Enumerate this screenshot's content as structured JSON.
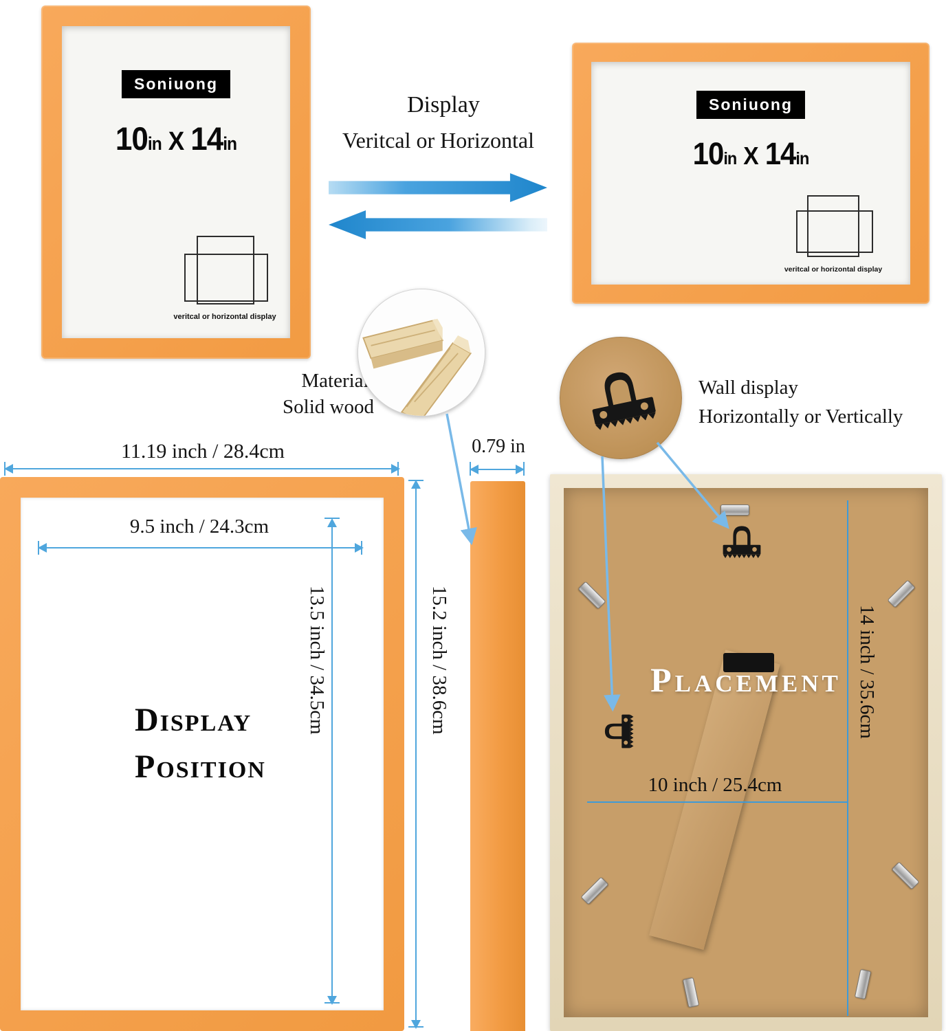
{
  "colors": {
    "frame_orange": "#F29B43",
    "direction_arrow_blue": "#2E93D8",
    "measure_blue": "#4FA6DD",
    "cardboard_tan": "#C79E69",
    "back_wood_border": "#EADFC6"
  },
  "brand": {
    "logo_text": "Soniuong"
  },
  "frame": {
    "size_width": "10",
    "size_height": "14",
    "size_unit": "in",
    "size_separator": "X",
    "orientation_caption": "veritcal or horizontal display"
  },
  "display_note": {
    "line1": "Display",
    "line2": "Veritcal or Horizontal"
  },
  "material_note": {
    "line1": "Material",
    "line2": "Solid wood"
  },
  "wall_note": {
    "line1": "Wall display",
    "line2": "Horizontally or Vertically"
  },
  "measurements": {
    "outer_width": "11.19 inch / 28.4cm",
    "inner_width": "9.5 inch / 24.3cm",
    "inner_height": "13.5 inch / 34.5cm",
    "outer_height": "15.2 inch / 38.6cm",
    "thickness": "0.79 in",
    "back_height": "14 inch / 35.6cm",
    "back_width": "10 inch / 25.4cm"
  },
  "front_label": {
    "line1": "Display",
    "line2": "Position"
  },
  "back_label": "Placement"
}
